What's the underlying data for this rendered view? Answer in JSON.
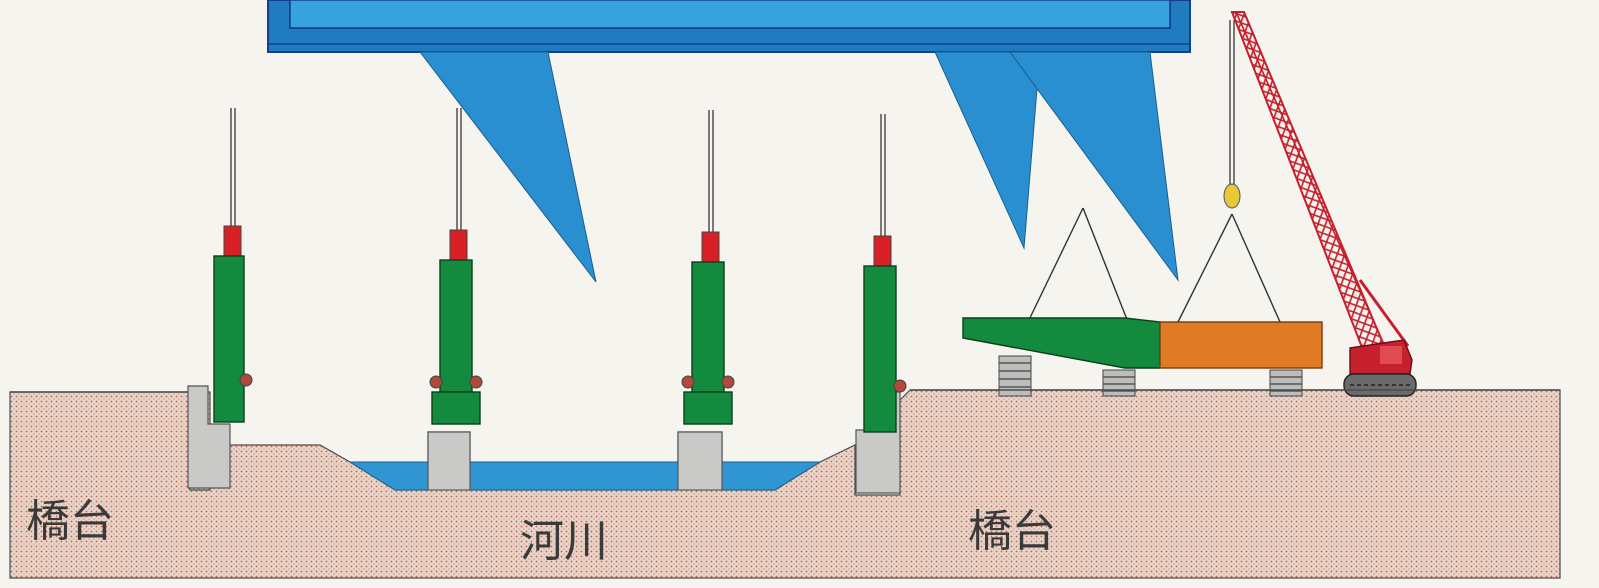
{
  "labels": {
    "abutment_left": "橋台",
    "river": "河川",
    "abutment_right": "橋台"
  },
  "colors": {
    "ground_fill": "#ecd3c6",
    "ground_dots": "#b46a57",
    "water": "#2f95d3",
    "bridge_blue": "#2a8fd0",
    "jack_green": "#138a3d",
    "jack_red": "#d81f26",
    "pier_grey": "#c9cac8",
    "girder_orange": "#e17a24",
    "crane_red": "#c6202d",
    "paper": "#f6f4ee"
  },
  "icons": [
    "hydraulic-jack-icon",
    "crawler-crane-icon",
    "cribbing-block-icon"
  ]
}
